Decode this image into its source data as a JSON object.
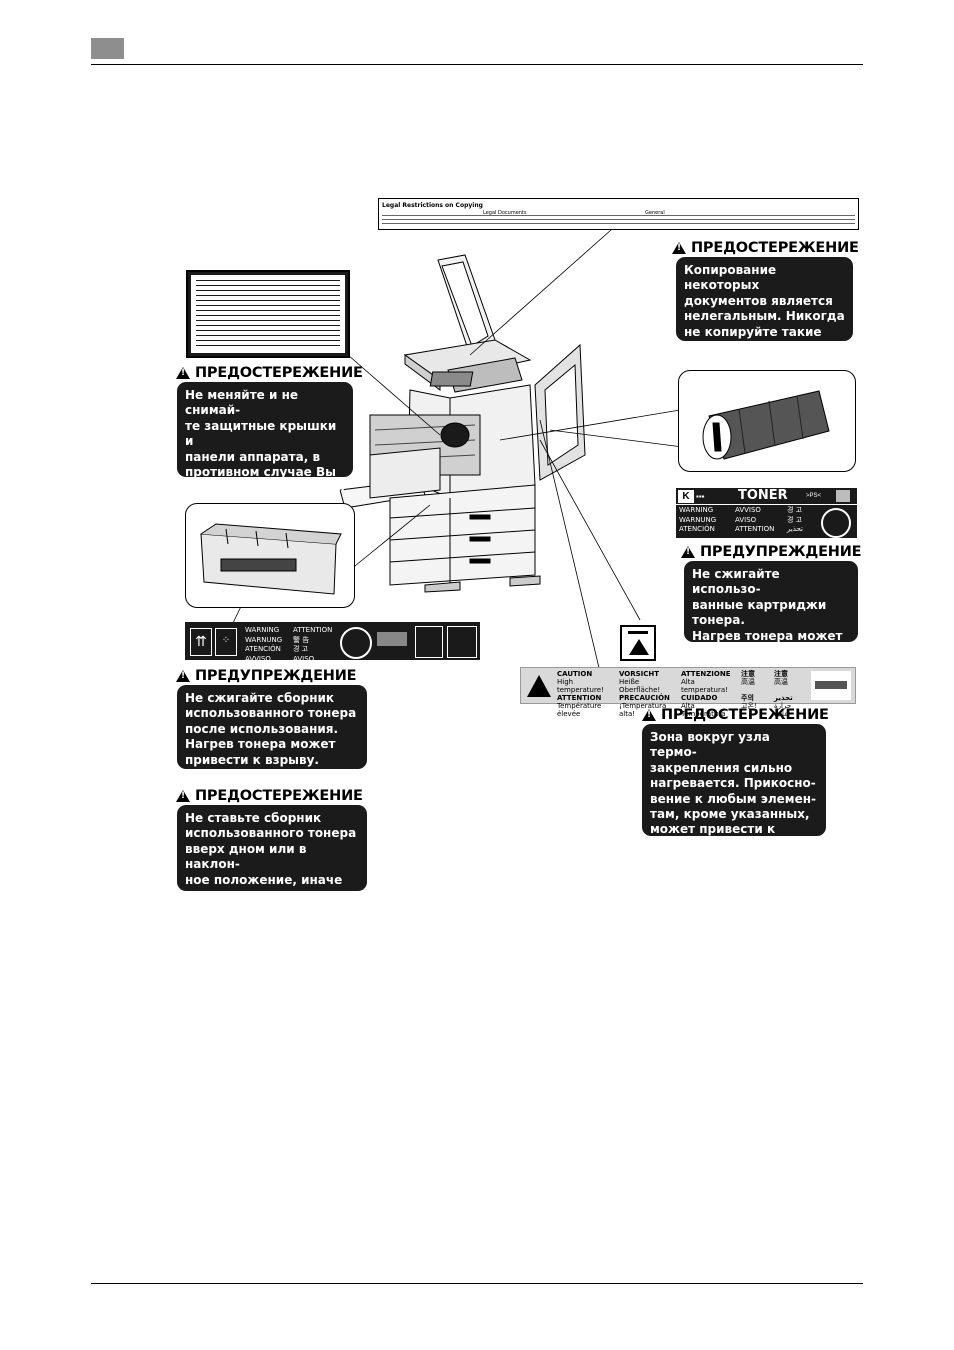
{
  "warnings": {
    "caution_copy": {
      "heading": "ПРЕДОСТЕРЕЖЕНИЕ",
      "text": "Копирование некоторых\nдокументов является\nнелегальным. Никогда\nне копируйте такие\nдокументы."
    },
    "caution_laser": {
      "heading": "ПРЕДОСТЕРЕЖЕНИЕ",
      "text": "Не меняйте и не снимай-\nте защитные крышки и\nпанели аппарата, в\nпротивном случае Вы\nможете подвергнуться\nлазерному излучению."
    },
    "warning_toner": {
      "heading": "ПРЕДУПРЕЖДЕНИЕ",
      "text": "Не сжигайте использо-\nванные картриджи\nтонера.\nНагрев тонера может\nпривести к взрыву."
    },
    "warning_waste": {
      "heading": "ПРЕДУПРЕЖДЕНИЕ",
      "text": "Не сжигайте сборник\nиспользованного тонера\nпосле использования.\nНагрев тонера может\nпривести к взрыву."
    },
    "caution_fuser": {
      "heading": "ПРЕДОСТЕРЕЖЕНИЕ",
      "text": "Зона вокруг узла термо-\nзакрепления сильно\nнагревается. Прикосно-\nвение к любым элемен-\nтам, кроме указанных,\nможет привести к\nожогам."
    },
    "caution_waste_orientation": {
      "heading": "ПРЕДОСТЕРЕЖЕНИЕ",
      "text": "Не ставьте сборник\nиспользованного тонера\nвверх дном или в наклон-\nное положение, иначе\nтонер может просыпаться."
    }
  },
  "labels": {
    "legal": {
      "title": "Legal Restrictions on Copying",
      "col2": "Legal Documents",
      "col3": "General"
    },
    "toner": {
      "color": "K",
      "title": "TONER",
      "pe": ">PS<",
      "words": [
        "WARNING",
        "AVVISO",
        "경 고",
        "WARNUNG",
        "AVISO",
        "경 고",
        "ATENCIÓN",
        "ATTENTION",
        "تحذير"
      ]
    },
    "waste": {
      "words": [
        "WARNING",
        "ATTENTION",
        "WARNUNG",
        "警 告",
        "ATENCIÓN",
        "경 고",
        "AVVISO",
        "AVISO"
      ]
    },
    "heat": {
      "words": [
        "CAUTION",
        "VORSICHT",
        "ATTENZIONE",
        "注意",
        "注意",
        "ATTENTION",
        "PRECAUCIÓN",
        "CUIDADO",
        "주의",
        "تحذير"
      ],
      "sub": [
        "High temperature!",
        "Heiße Oberfläche!",
        "Alta temperatura!",
        "高温",
        "高温",
        "Température élevée",
        "¡Temperatura alta!",
        "Alta Temperatura",
        "고온!",
        "حرارة عالية"
      ]
    }
  }
}
